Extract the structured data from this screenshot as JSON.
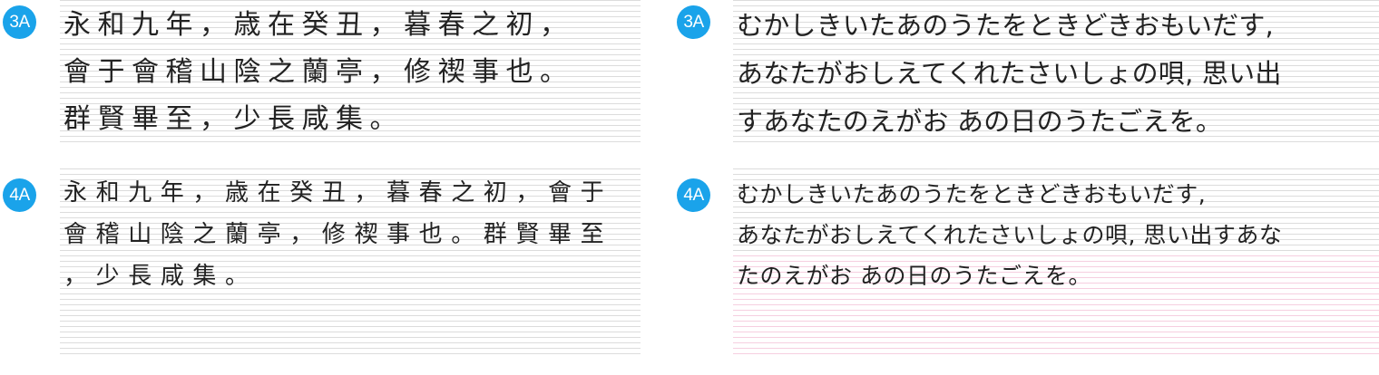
{
  "panels": {
    "zh_3a": {
      "badge": "3A",
      "lines": [
        "永和九年，歳在癸丑，暮春之初，",
        "會于會稽山陰之蘭亭，修禊事也。",
        "群賢畢至，少長咸集。"
      ]
    },
    "zh_4a": {
      "badge": "4A",
      "lines": [
        "永和九年，歳在癸丑，暮春之初，會于",
        "會稽山陰之蘭亭，修禊事也。群賢畢至",
        "，少長咸集。"
      ]
    },
    "ja_3a": {
      "badge": "3A",
      "lines": [
        "むかしきいたあのうたをときどきおもいだす,",
        "あなたがおしえてくれたさいしょの唄, 思い出",
        "すあなたのえがお あの日のうたごえを。"
      ]
    },
    "ja_4a": {
      "badge": "4A",
      "lines": [
        "むかしきいたあのうたをときどきおもいだす,",
        "あなたがおしえてくれたさいしょの唄, 思い出すあな",
        "たのえがお あの日のうたごえを。"
      ]
    }
  },
  "colors": {
    "badge": "#1aa3ea",
    "text": "#222222",
    "rule_gray": "#dcdcdc",
    "rule_pink": "#f6cfe0"
  }
}
